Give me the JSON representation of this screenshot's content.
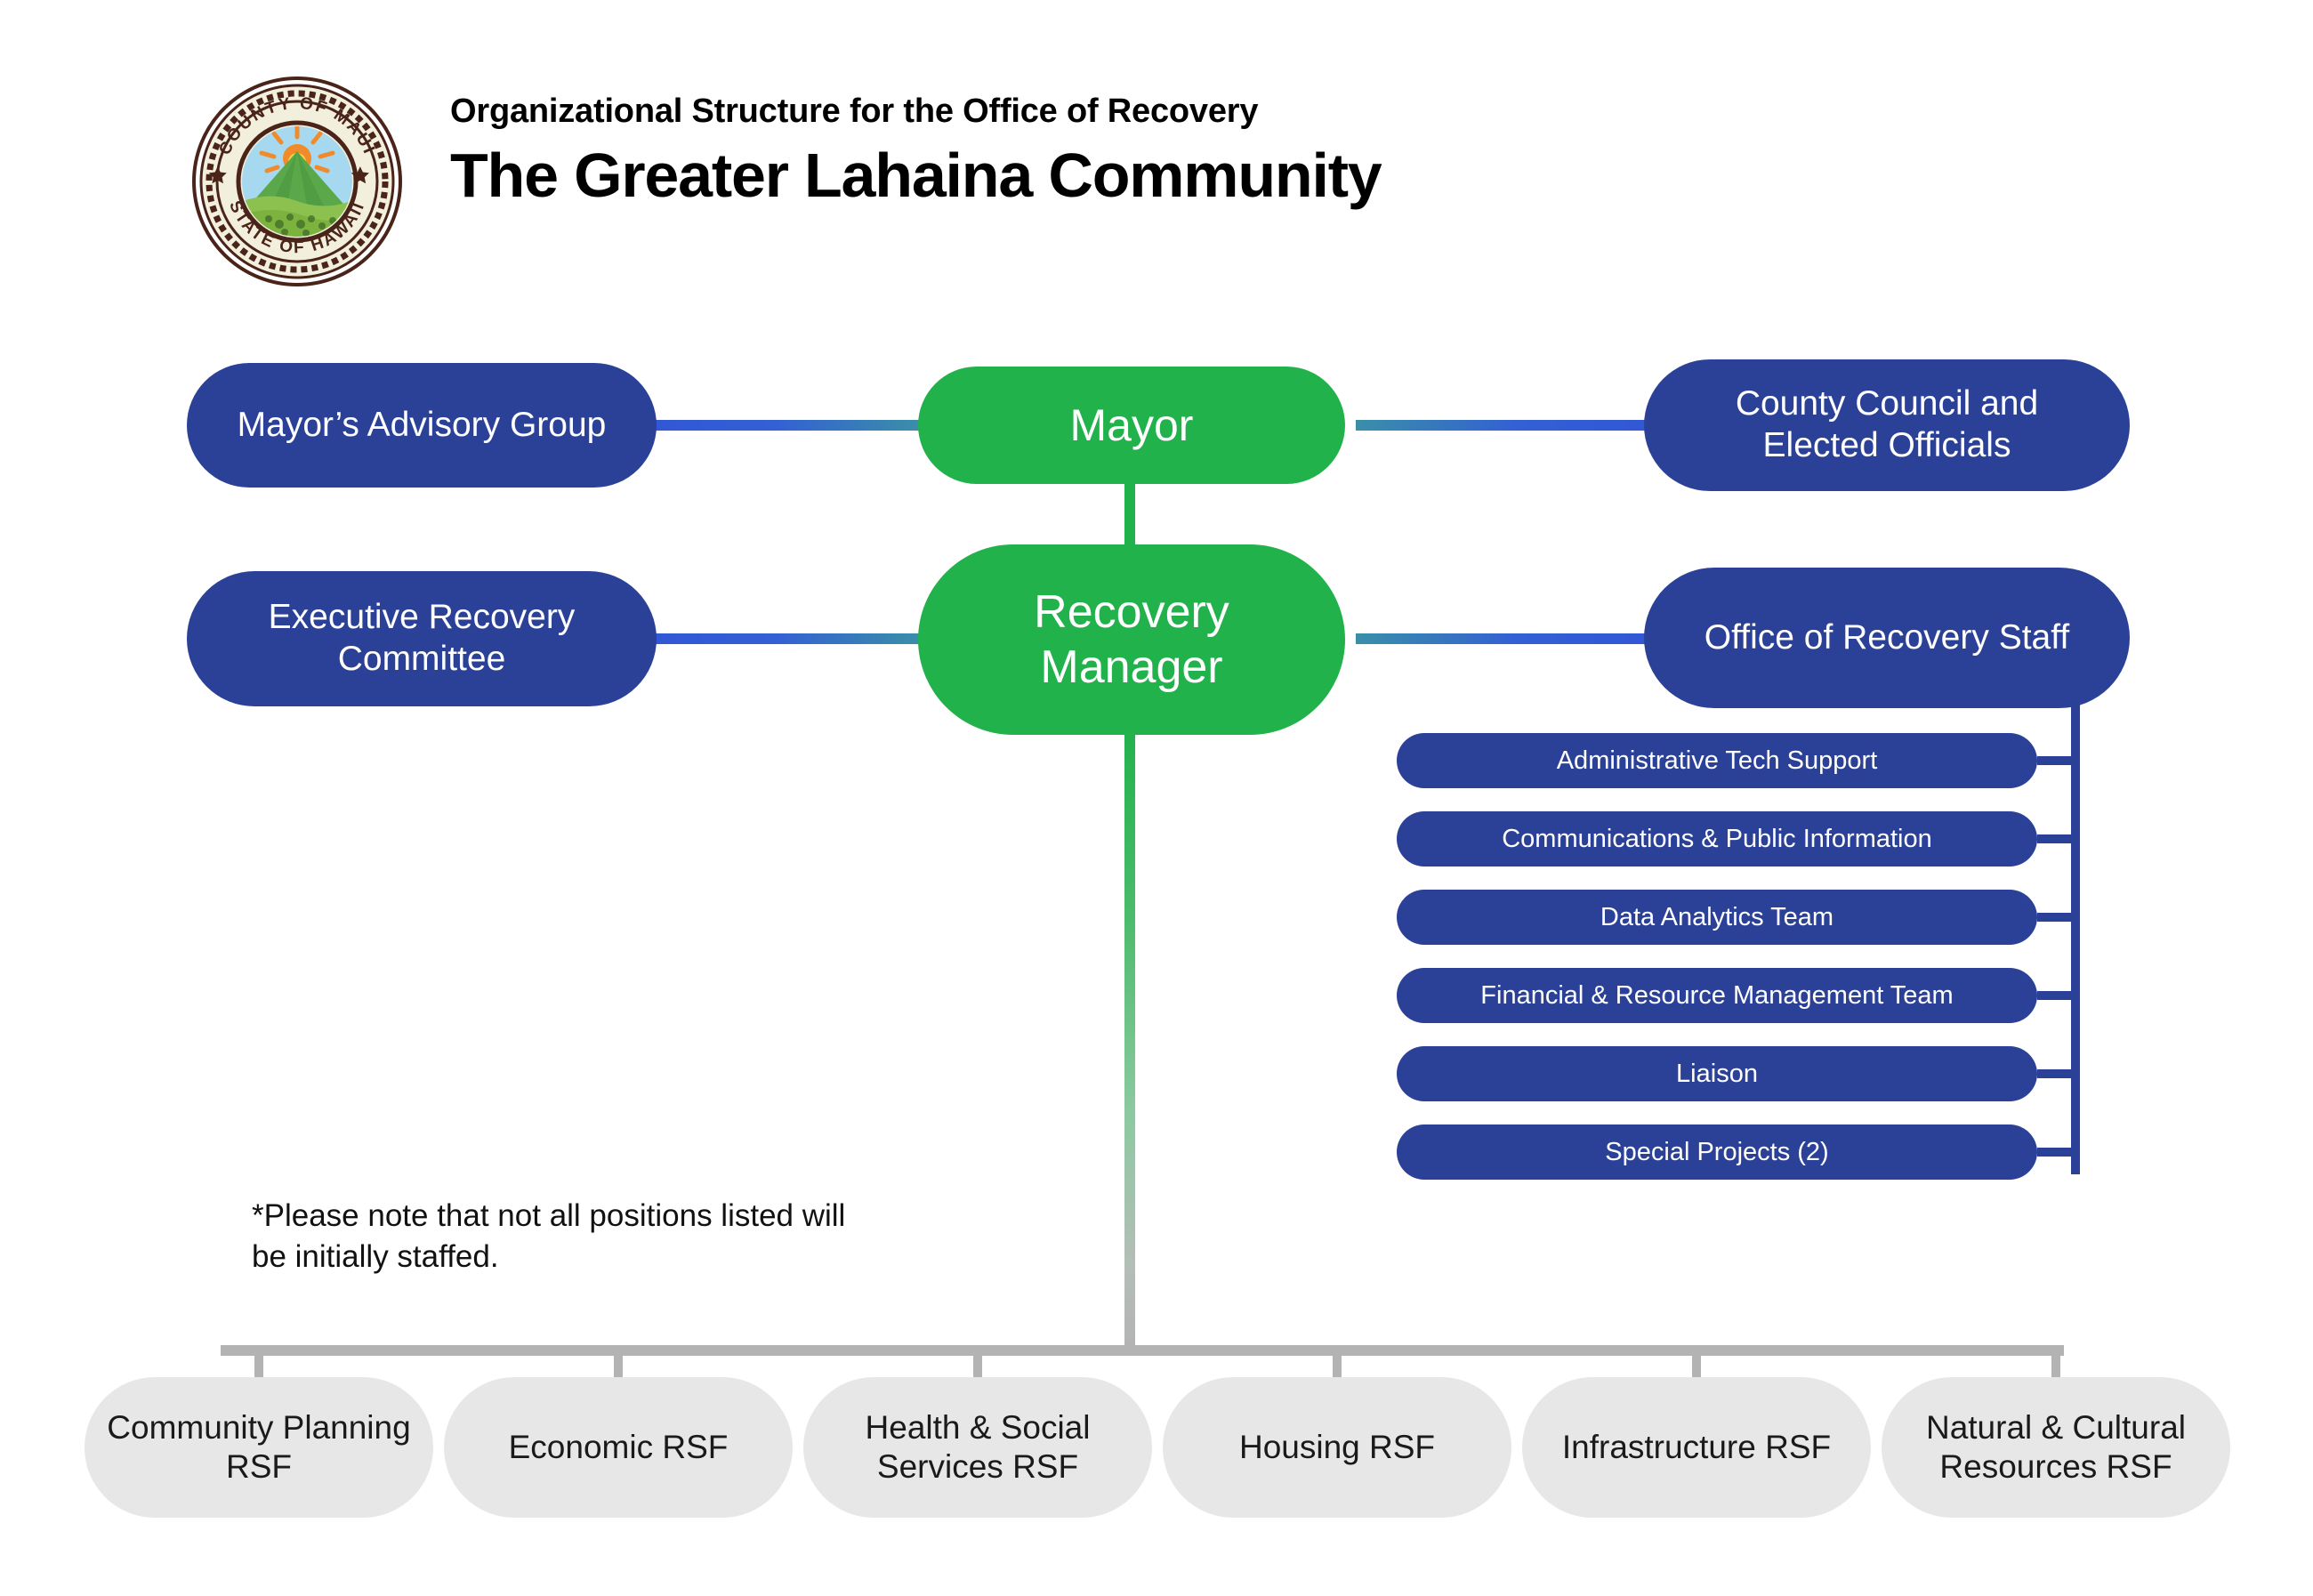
{
  "header": {
    "subtitle": "Organizational Structure for the Office of Recovery",
    "title": "The Greater Lahaina Community",
    "seal": {
      "top_text": "COUNTY OF MAUI",
      "bottom_text": "STATE OF HAWAII",
      "icon": "maui-county-seal"
    }
  },
  "chart_data": {
    "type": "diagram",
    "title": "The Greater Lahaina Community",
    "subtitle": "Organizational Structure for the Office of Recovery",
    "nodes": [
      {
        "id": "mayors-advisory-group",
        "label": "Mayor’s Advisory Group",
        "color": "#2b4198",
        "level": 1,
        "column": "left"
      },
      {
        "id": "mayor",
        "label": "Mayor",
        "color": "#22b24c",
        "level": 1,
        "column": "center"
      },
      {
        "id": "county-council",
        "label": "County Council and Elected Officials",
        "color": "#2b4198",
        "level": 1,
        "column": "right"
      },
      {
        "id": "executive-recovery-committee",
        "label": "Executive Recovery Committee",
        "color": "#2b4198",
        "level": 2,
        "column": "left"
      },
      {
        "id": "recovery-manager",
        "label": "Recovery Manager",
        "color": "#22b24c",
        "level": 2,
        "column": "center"
      },
      {
        "id": "office-of-recovery-staff",
        "label": "Office of Recovery Staff",
        "color": "#2b4198",
        "level": 2,
        "column": "right"
      }
    ],
    "edges": [
      {
        "from": "mayors-advisory-group",
        "to": "mayor"
      },
      {
        "from": "mayor",
        "to": "county-council"
      },
      {
        "from": "mayor",
        "to": "recovery-manager"
      },
      {
        "from": "executive-recovery-committee",
        "to": "recovery-manager"
      },
      {
        "from": "recovery-manager",
        "to": "office-of-recovery-staff"
      },
      {
        "from": "office-of-recovery-staff",
        "to": "staff_units"
      },
      {
        "from": "recovery-manager",
        "to": "rsf_units"
      }
    ]
  },
  "row1": {
    "left": {
      "label": "Mayor’s Advisory Group"
    },
    "center": {
      "label": "Mayor"
    },
    "right": {
      "label": "County Council and Elected Officials"
    }
  },
  "row2": {
    "left": {
      "label": "Executive Recovery Committee"
    },
    "center": {
      "label": "Recovery Manager"
    },
    "right": {
      "label": "Office of Recovery Staff"
    }
  },
  "staff_units": [
    {
      "label": "Administrative Tech Support"
    },
    {
      "label": "Communications & Public Information"
    },
    {
      "label": "Data Analytics Team"
    },
    {
      "label": "Financial & Resource Management Team"
    },
    {
      "label": "Liaison"
    },
    {
      "label": "Special Projects (2)"
    }
  ],
  "rsf_units": [
    {
      "label": "Community Planning RSF"
    },
    {
      "label": "Economic RSF"
    },
    {
      "label": "Health & Social Services RSF"
    },
    {
      "label": "Housing RSF"
    },
    {
      "label": "Infrastructure RSF"
    },
    {
      "label": "Natural & Cultural Resources RSF"
    }
  ],
  "footnote": {
    "text": "*Please note that not all positions listed will be initially staffed."
  },
  "colors": {
    "blue": "#2b4198",
    "green": "#22b24c",
    "gray_node": "#e7e7e7",
    "gray_line": "#b3b3b3",
    "connector_blue": "#3257d6",
    "connector_teal": "#3a8fa8"
  }
}
